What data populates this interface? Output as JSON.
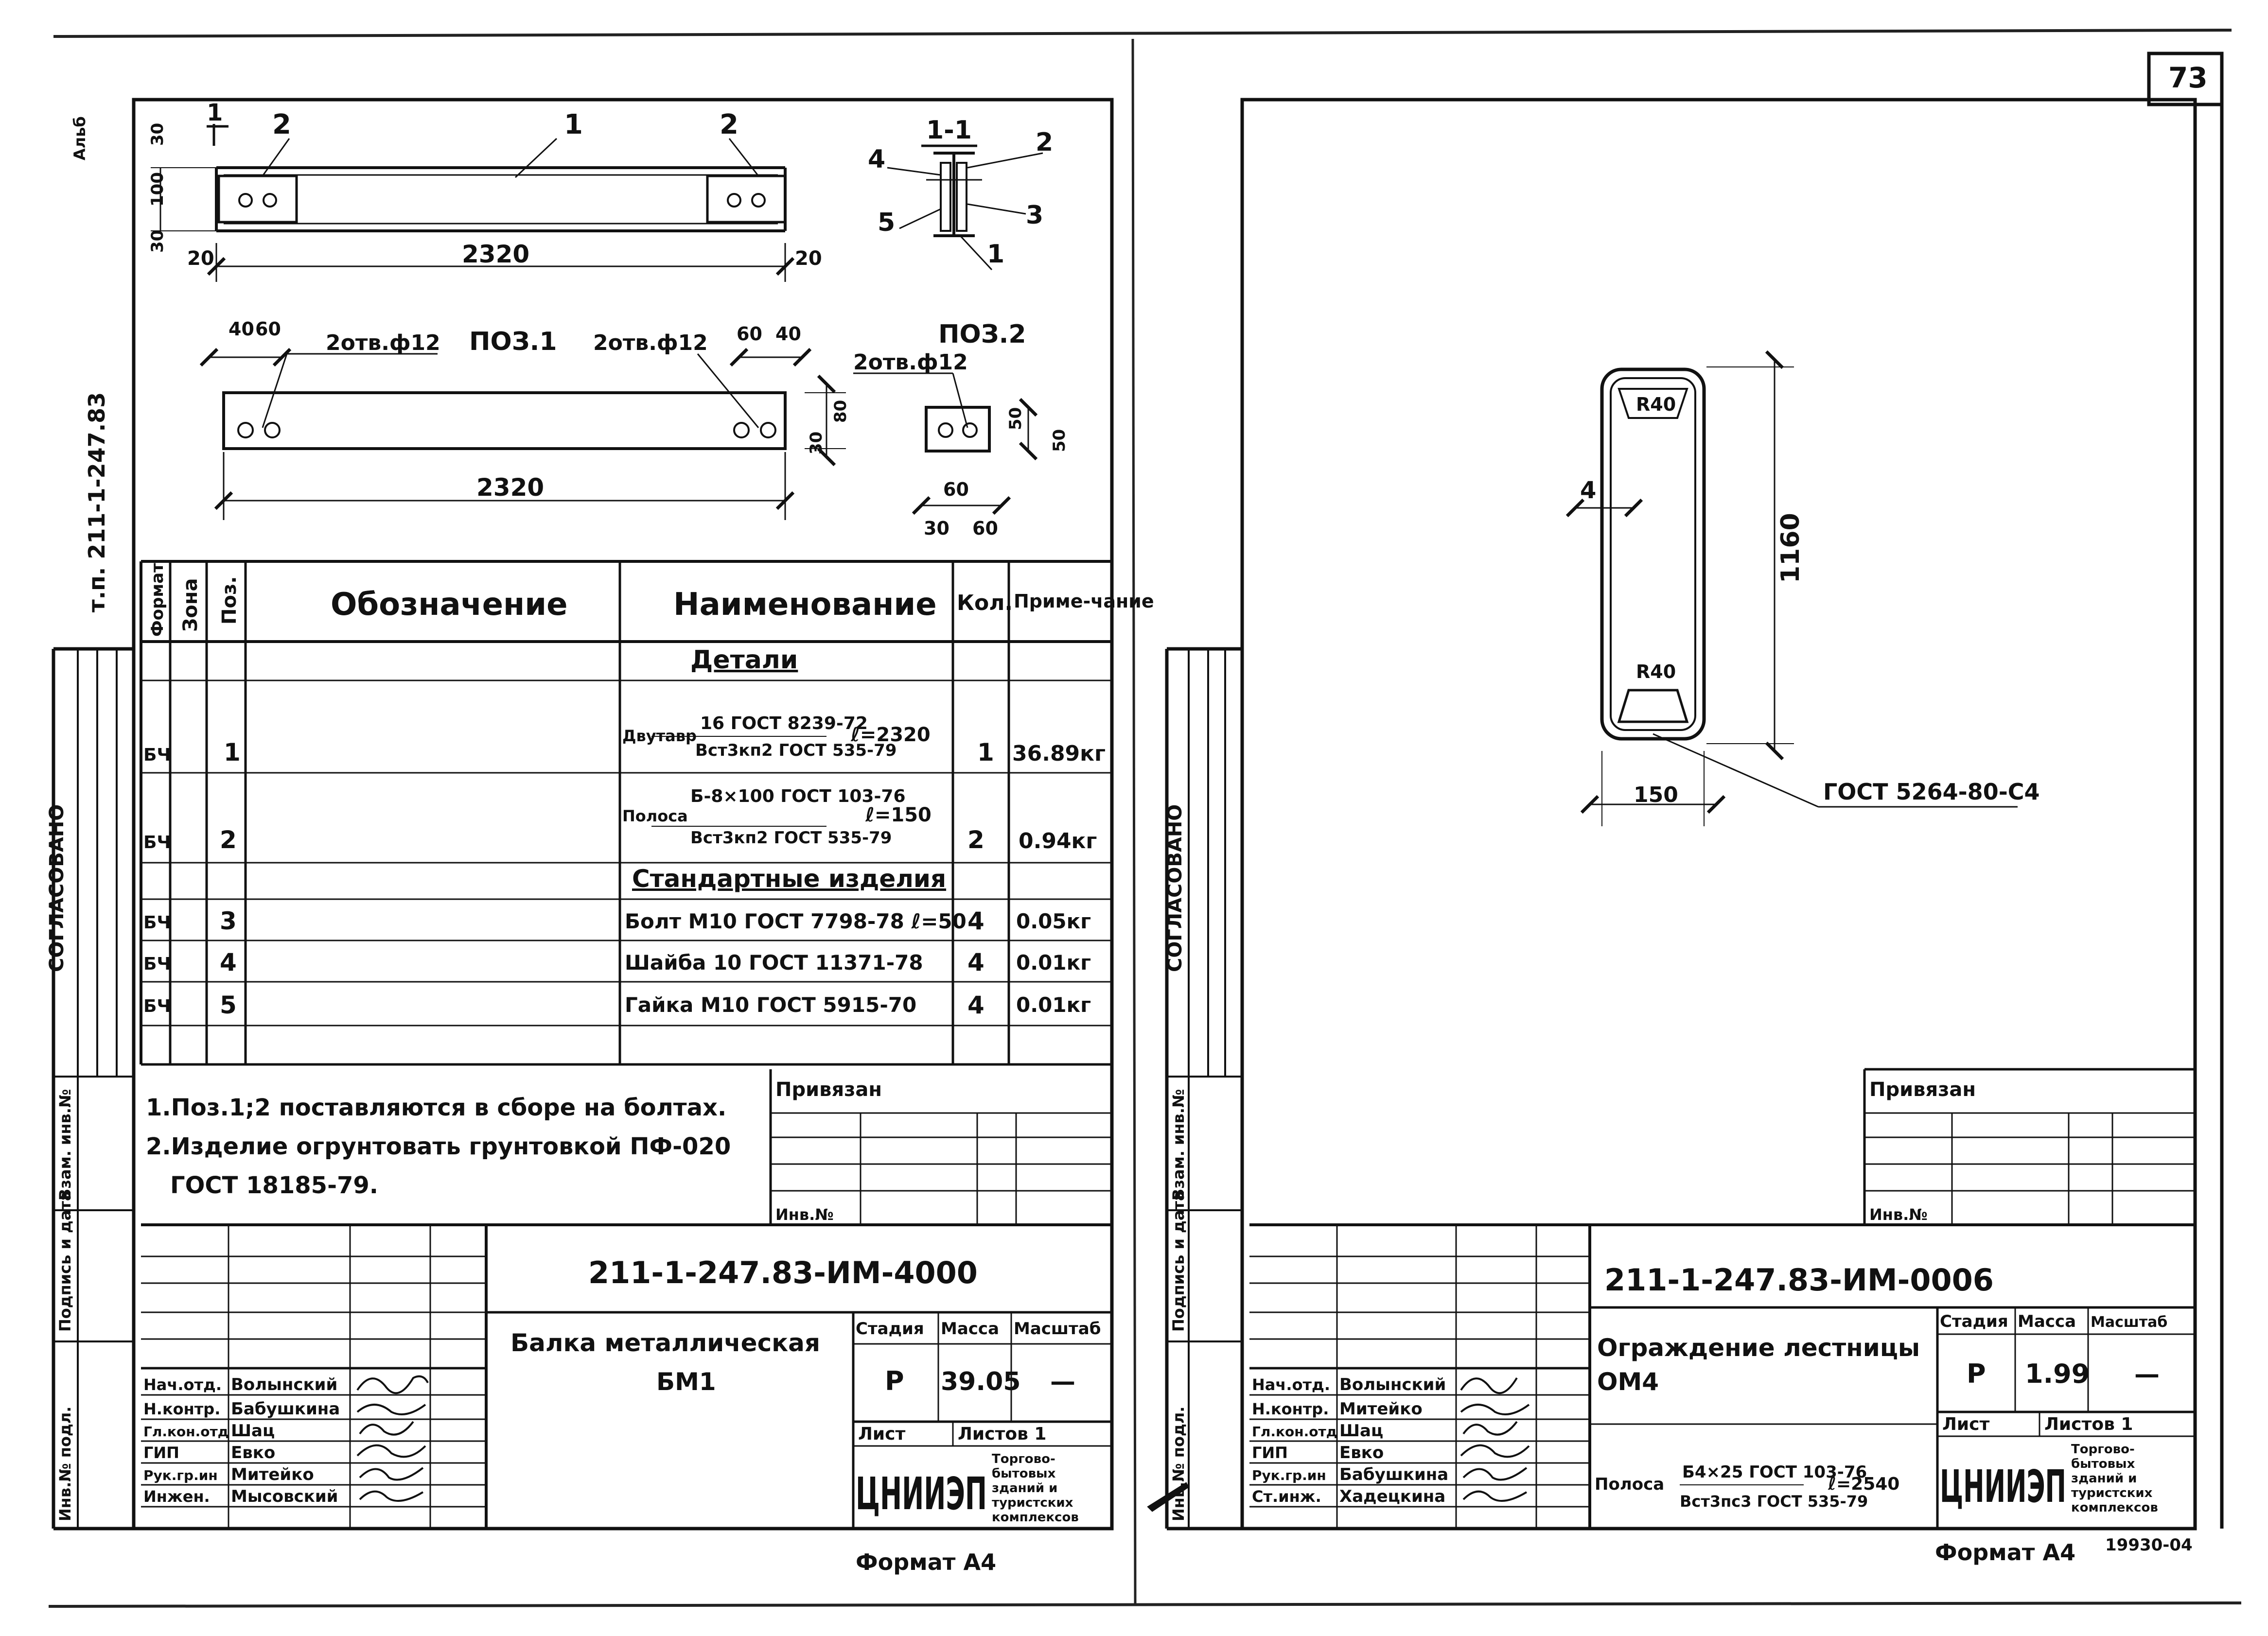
{
  "page_number": "73",
  "left_sheet": {
    "side_labels": {
      "doc_ref": "т.п. 211-1-247.83",
      "agreed": "СОГЛАСОВАНО",
      "inv_podl": "Инв.№ подл.",
      "sign_date": "Подпись и дата",
      "vzam": "Взам. инв.№"
    },
    "drawing": {
      "pos1_title": "ПОЗ.1",
      "pos2_title": "ПОЗ.2",
      "section_label": "1-1",
      "callouts": [
        "1",
        "2",
        "2",
        "1",
        "2",
        "3",
        "4",
        "5",
        "1"
      ],
      "dims": {
        "d30a": "30",
        "d100": "100",
        "d30b": "30",
        "d20a": "20",
        "d20b": "20",
        "d2320a": "2320",
        "d2320b": "2320",
        "d40a": "40",
        "d60a": "60",
        "d60b": "60",
        "d40b": "40",
        "d30c": "30",
        "d80": "80",
        "d50a": "50",
        "d50b": "50",
        "d60c": "60",
        "d30d": "30",
        "d60d": "60",
        "holes1": "2отв.ф12",
        "holes2": "2отв.ф12",
        "holes3": "2отв.ф12"
      }
    },
    "spec_table": {
      "headers": [
        "Формат",
        "Зона",
        "Поз.",
        "Обозначение",
        "Наименование",
        "Кол.",
        "Приме-чание"
      ],
      "section_details": "Детали",
      "section_standard": "Стандартные изделия",
      "rows": [
        {
          "format": "БЧ",
          "pos": "1",
          "name_prefix": "Двутавр",
          "name_top": "16 ГОСТ 8239-72",
          "name_bottom": "Вст3кп2 ГОСТ 535-79",
          "name_len": "ℓ=2320",
          "qty": "1",
          "note": "36.89кг"
        },
        {
          "format": "БЧ",
          "pos": "2",
          "name_prefix": "Полоса",
          "name_top": "Б-8×100 ГОСТ 103-76",
          "name_bottom": "Вст3кп2 ГОСТ 535-79",
          "name_len": "ℓ=150",
          "qty": "2",
          "note": "0.94кг"
        },
        {
          "format": "БЧ",
          "pos": "3",
          "name": "Болт М10 ГОСТ 7798-78 ℓ=50",
          "qty": "4",
          "note": "0.05кг"
        },
        {
          "format": "БЧ",
          "pos": "4",
          "name": "Шайба 10 ГОСТ 11371-78",
          "qty": "4",
          "note": "0.01кг"
        },
        {
          "format": "БЧ",
          "pos": "5",
          "name": "Гайка М10 ГОСТ 5915-70",
          "qty": "4",
          "note": "0.01кг"
        }
      ]
    },
    "notes": [
      "1.Поз.1;2 поставляются в сборе на болтах.",
      "2.Изделие огрунтовать грунтовкой ПФ-020",
      "ГОСТ 18185-79."
    ],
    "privyazan": "Привязан",
    "inv_no": "Инв.№",
    "doc_code": "211-1-247.83-ИМ-4000",
    "title": [
      "Балка металлическая",
      "БМ1"
    ],
    "stamp": {
      "stage_label": "Стадия",
      "mass_label": "Масса",
      "scale_label": "Масштаб",
      "stage": "Р",
      "mass": "39.05",
      "scale": "—",
      "sheet_label": "Лист",
      "sheets_label": "Листов 1",
      "org": "ЦНИИЭП",
      "org_sub": [
        "Торгово-",
        "бытовых",
        "зданий и",
        "туристских",
        "комплексов"
      ]
    },
    "signers": [
      {
        "role": "Нач.отд.",
        "name": "Волынский"
      },
      {
        "role": "Н.контр.",
        "name": "Бабушкина"
      },
      {
        "role": "Гл.кон.отд",
        "name": "Шац"
      },
      {
        "role": "ГИП",
        "name": "Евко"
      },
      {
        "role": "Рук.гр.ин",
        "name": "Митейко"
      },
      {
        "role": "Инжен.",
        "name": "Мысовский"
      }
    ],
    "format": "Формат А4"
  },
  "right_sheet": {
    "drawing": {
      "r_top": "R40",
      "r_bottom": "R40",
      "dim_thick": "4",
      "dim_height": "1160",
      "dim_width": "150",
      "leader_text": "ГОСТ 5264-80-С4"
    },
    "privyazan": "Привязан",
    "inv_no": "Инв.№",
    "doc_code": "211-1-247.83-ИМ-0006",
    "title": [
      "Ограждение лестницы",
      "ОМ4"
    ],
    "material_prefix": "Полоса",
    "material_top": "Б4×25 ГОСТ 103-76",
    "material_bottom": "Вст3пс3 ГОСТ 535-79",
    "material_len": "ℓ=2540",
    "stamp": {
      "stage_label": "Стадия",
      "mass_label": "Масса",
      "scale_label": "Масштаб",
      "stage": "Р",
      "mass": "1.99",
      "scale": "—",
      "sheet_label": "Лист",
      "sheets_label": "Листов 1",
      "org": "ЦНИИЭП",
      "org_sub": [
        "Торгово-",
        "бытовых",
        "зданий и",
        "туристских",
        "комплексов"
      ]
    },
    "signers": [
      {
        "role": "Нач.отд.",
        "name": "Волынский"
      },
      {
        "role": "Н.контр.",
        "name": "Митейко"
      },
      {
        "role": "Гл.кон.отд",
        "name": "Шац"
      },
      {
        "role": "ГИП",
        "name": "Евко"
      },
      {
        "role": "Рук.гр.ин",
        "name": "Бабушкина"
      },
      {
        "role": "Ст.инж.",
        "name": "Хадецкина"
      }
    ],
    "format": "Формат А4",
    "archive_no": "19930-04"
  }
}
